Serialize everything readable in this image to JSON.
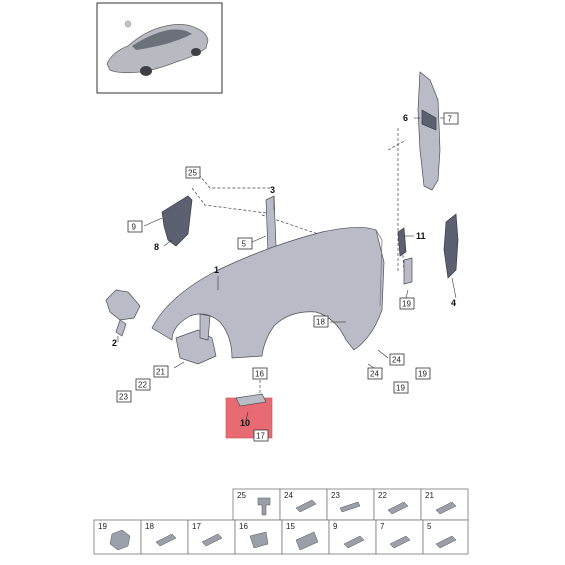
{
  "callouts": {
    "c1": "1",
    "c2": "2",
    "c3": "3",
    "c4": "4",
    "c5": "5",
    "c6": "6",
    "c7": "7",
    "c8": "8",
    "c9": "9",
    "c10": "10",
    "c11": "11",
    "c16": "16",
    "c17": "17",
    "c18": "18",
    "c19a": "19",
    "c19b": "19",
    "c19c": "19",
    "c21": "21",
    "c22": "22",
    "c23": "23",
    "c24a": "24",
    "c24b": "24",
    "c25": "25"
  },
  "hardware_table": {
    "top_row": [
      "25",
      "24",
      "23",
      "22",
      "21"
    ],
    "bottom_row": [
      "19",
      "18",
      "17",
      "16",
      "15",
      "9",
      "7",
      "5"
    ]
  },
  "colors": {
    "highlight": "#e86a72",
    "panel": "#b9bcc6",
    "dark_part": "#5c6070"
  }
}
